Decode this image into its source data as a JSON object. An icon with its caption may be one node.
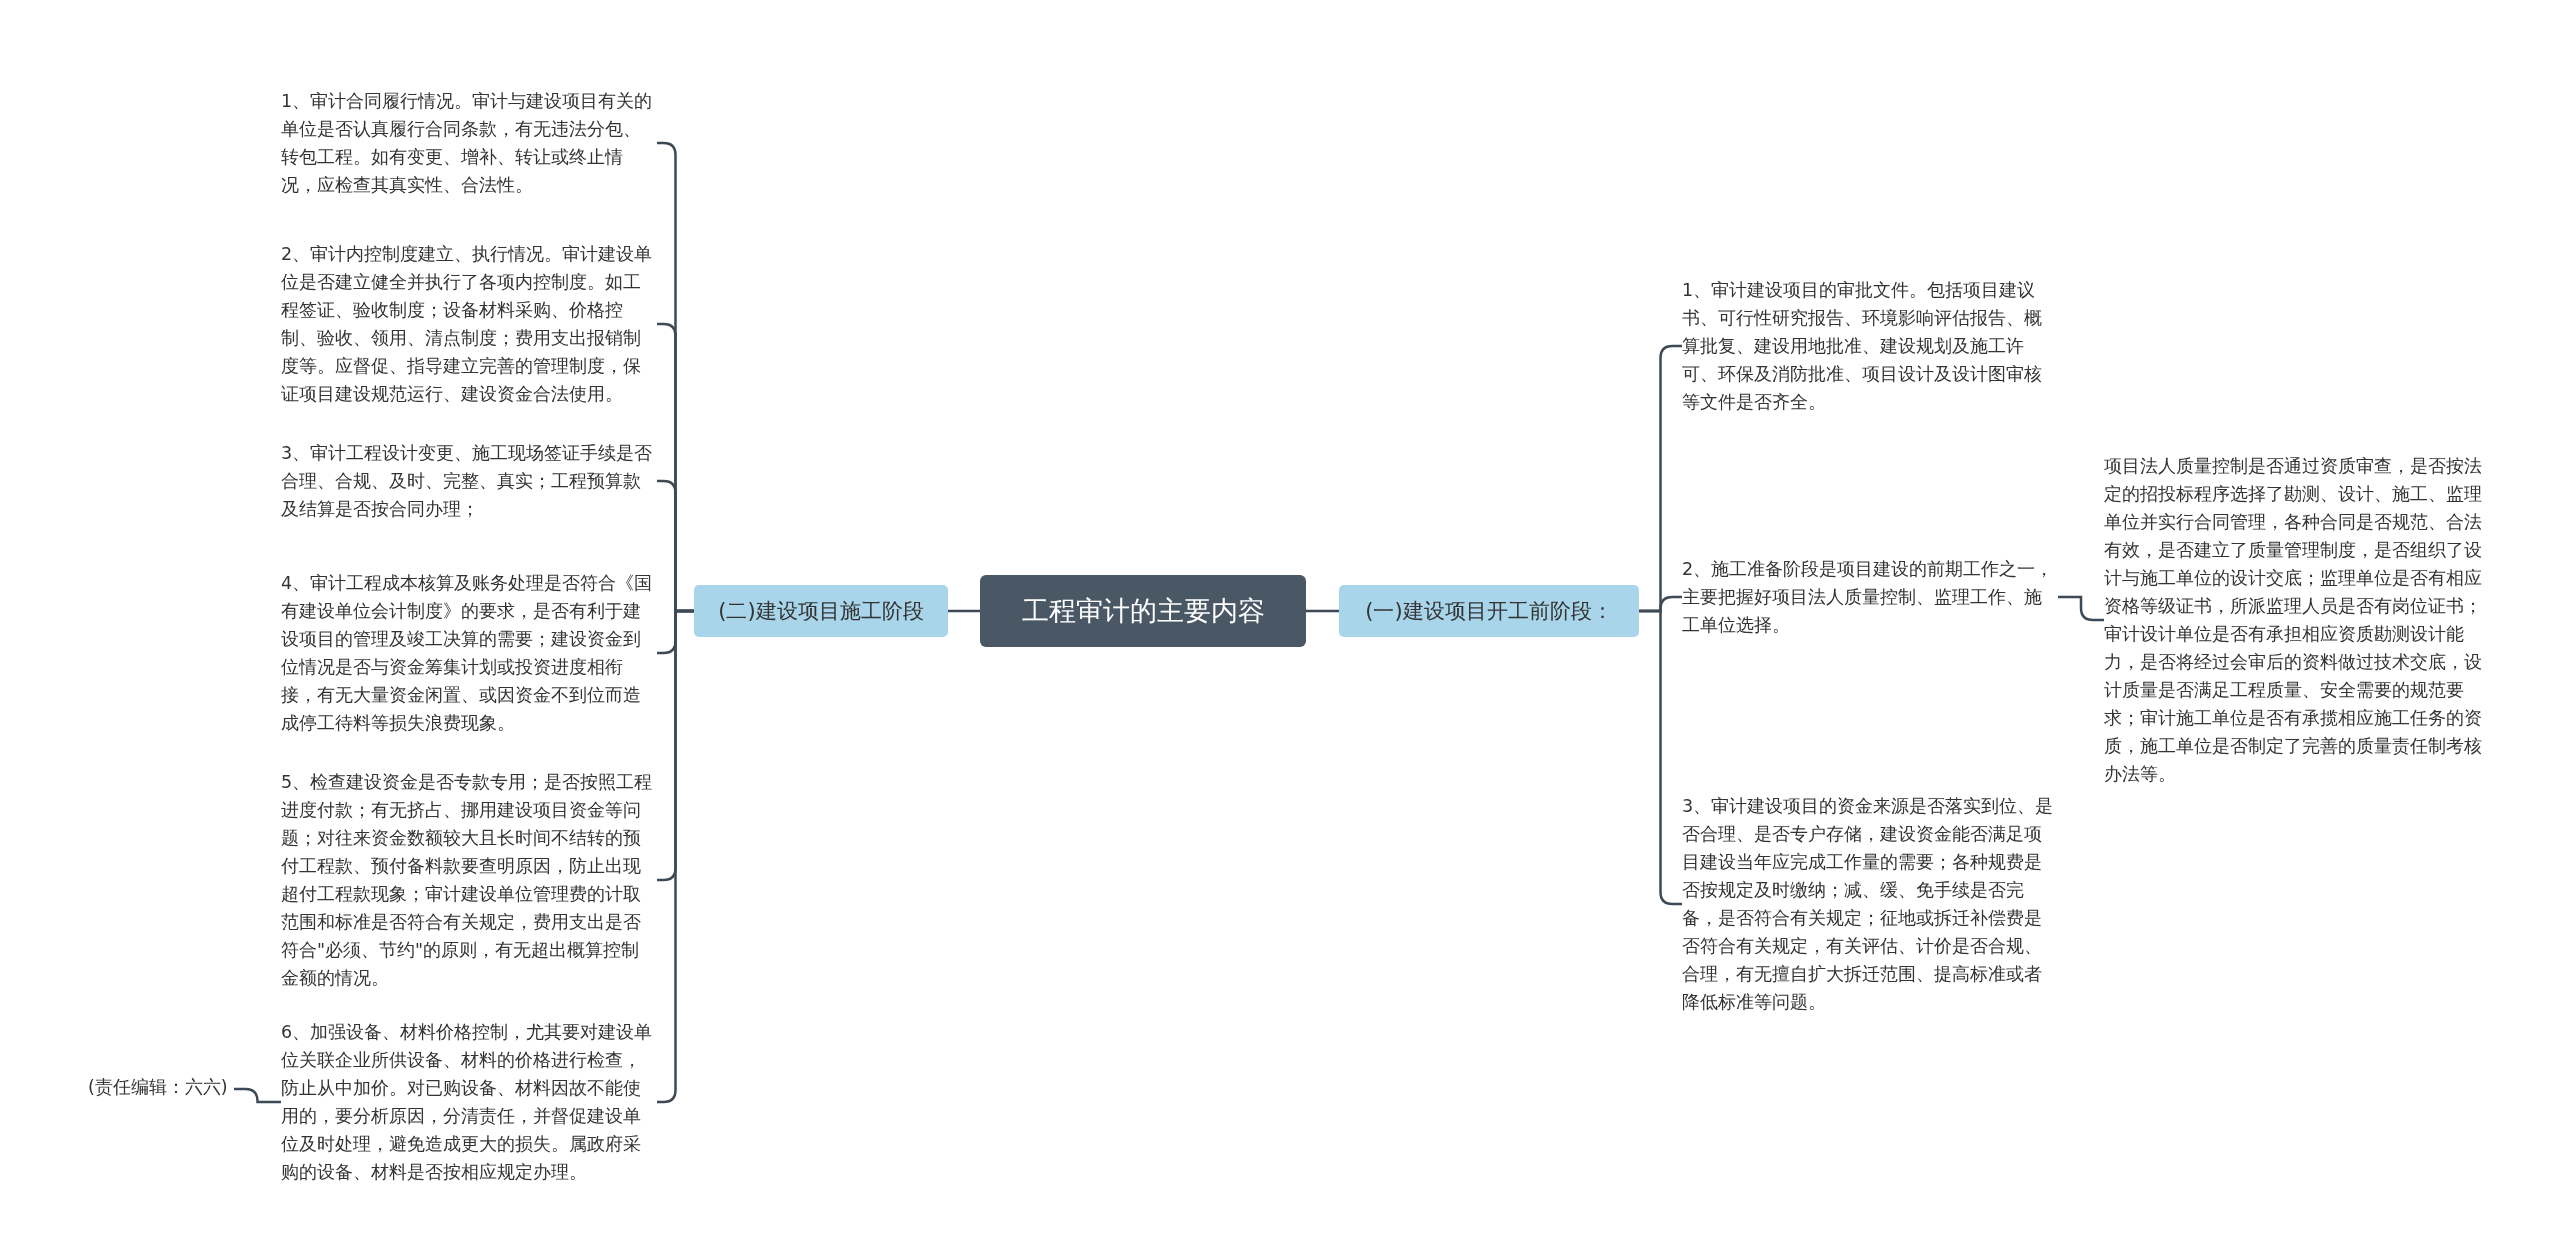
{
  "diagram": {
    "nodes": [
      {
        "text": [
          "工程审计的主要内容"
        ]
      },
      {
        "text": [
          "(一)建设项目开工前阶段："
        ]
      },
      {
        "text": [
          "1、审计建设项目的审批文件。包括项目建议书、可行性研究报告、环境影响评估报告、概算批复、建设用地批准、建设规划及施工许可、环保及消防批准、项目设计及设计图审核等文件是否齐全。"
        ]
      },
      {
        "text": [
          "2、施工准备阶段是项目建设的前期工作之一，主要把握好项目法人质量控制、监理工作、施工单位选择。"
        ]
      },
      {
        "text": [
          "3、审计建设项目的资金来源是否落实到位、是否合理、是否专户存储，建设资金能否满足项目建设当年应完成工作量的需要；各种规费是否按规定及时缴纳；减、缓、免手续是否完备，是否符合有关规定；征地或拆迁补偿费是否符合有关规定，有关评估、计价是否合规、合理，有无擅自扩大拆迁范围、提高标准或者降低标准等问题。"
        ]
      },
      {
        "text": [
          "项目法人质量控制是否通过资质审查，是否按法定的招投标程序选择了勘测、设计、施工、监理单位并实行合同管理，各种合同是否规范、合法有效，是否建立了质量管理制度，是否组织了设计与施工单位的设计交底；监理单位是否有相应资格等级证书，所派监理人员是否有岗位证书；审计设计单位是否有承担相应资质勘测设计能力，是否将经过会审后的资料做过技术交底，设计质量是否满足工程质量、安全需要的规范要求；审计施工单位是否有承揽相应施工任务的资质，施工单位是否制定了完善的质量责任制考核办法等。"
        ]
      },
      {
        "text": [
          "(二)建设项目施工阶段"
        ]
      },
      {
        "text": [
          "1、审计合同履行情况。审计与建设项目有关的单位是否认真履行合同条款，有无违法分包、转包工程。如有变更、增补、转让或终止情况，应检查其真实性、合法性。"
        ]
      },
      {
        "text": [
          "2、审计内控制度建立、执行情况。审计建设单位是否建立健全并执行了各项内控制度。如工程签证、验收制度；设备材料采购、价格控制、验收、领用、清点制度；费用支出报销制度等。应督促、指导建立完善的管理制度，保证项目建设规范运行、建设资金合法使用。"
        ]
      },
      {
        "text": [
          "3、审计工程设计变更、施工现场签证手续是否合理、合规、及时、完整、真实；工程预算款及结算是否按合同办理；"
        ]
      },
      {
        "text": [
          "4、审计工程成本核算及账务处理是否符合《国有建设单位会计制度》的要求，是否有利于建设项目的管理及竣工决算的需要；建设资金到位情况是否与资金筹集计划或投资进度相衔接，有无大量资金闲置、或因资金不到位而造成停工待料等损失浪费现象。"
        ]
      },
      {
        "text": [
          "5、检查建设资金是否专款专用；是否按照工程进度付款；有无挤占、挪用建设项目资金等问题；对往来资金数额较大且长时间不结转的预付工程款、预付备料款要查明原因，防止出现超付工程款现象；审计建设单位管理费的计取范围和标准是否符合有关规定，费用支出是否符合\"必须、节约\"的原则，有无超出概算控制金额的情况。"
        ]
      },
      {
        "text": [
          "6、加强设备、材料价格控制，尤其要对建设单位关联企业所供设备、材料的价格进行检查，防止从中加价。对已购设备、材料因故不能使用的，要分析原因，分清责任，并督促建设单位及时处理，避免造成更大的损失。属政府采购的设备、材料是否按相应规定办理。"
        ]
      },
      {
        "text": [
          "(责任编辑：六六)"
        ]
      }
    ],
    "edges": [
      {
        "from": 0,
        "to": 1,
        "arrow": "none"
      },
      {
        "from": 1,
        "to": 2,
        "arrow": "none"
      },
      {
        "from": 1,
        "to": 3,
        "arrow": "none"
      },
      {
        "from": 1,
        "to": 4,
        "arrow": "none"
      },
      {
        "from": 3,
        "to": 5,
        "arrow": "none"
      },
      {
        "from": 0,
        "to": 6,
        "arrow": "none"
      },
      {
        "from": 6,
        "to": 7,
        "arrow": "none"
      },
      {
        "from": 6,
        "to": 8,
        "arrow": "none"
      },
      {
        "from": 6,
        "to": 9,
        "arrow": "none"
      },
      {
        "from": 6,
        "to": 10,
        "arrow": "none"
      },
      {
        "from": 6,
        "to": 11,
        "arrow": "none"
      },
      {
        "from": 6,
        "to": 12,
        "arrow": "none"
      },
      {
        "from": 12,
        "to": 13,
        "arrow": "none"
      }
    ]
  }
}
